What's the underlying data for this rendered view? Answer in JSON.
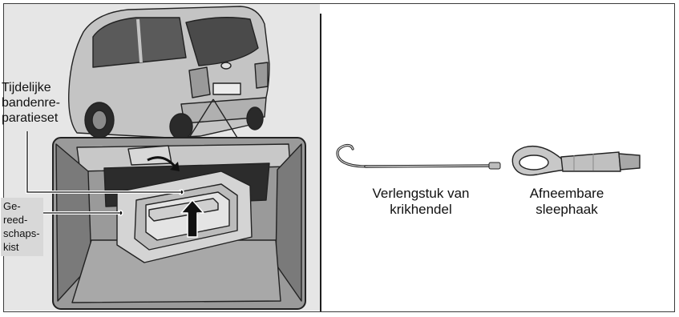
{
  "labels": {
    "repair_kit": "Tijdelijke\nbandenre-\nparatieset",
    "toolbox": "Ge-\nreed-\nschaps-\nkist",
    "jack_handle_extension": "Verlengstuk van\nkrikhendel",
    "towing_eye": "Afneembare\nsleephaak"
  },
  "colors": {
    "panel_background": "#e6e6e6",
    "car_body": "#bdbdbd",
    "trunk_interior": "#8e8e8e",
    "line": "#111111"
  }
}
